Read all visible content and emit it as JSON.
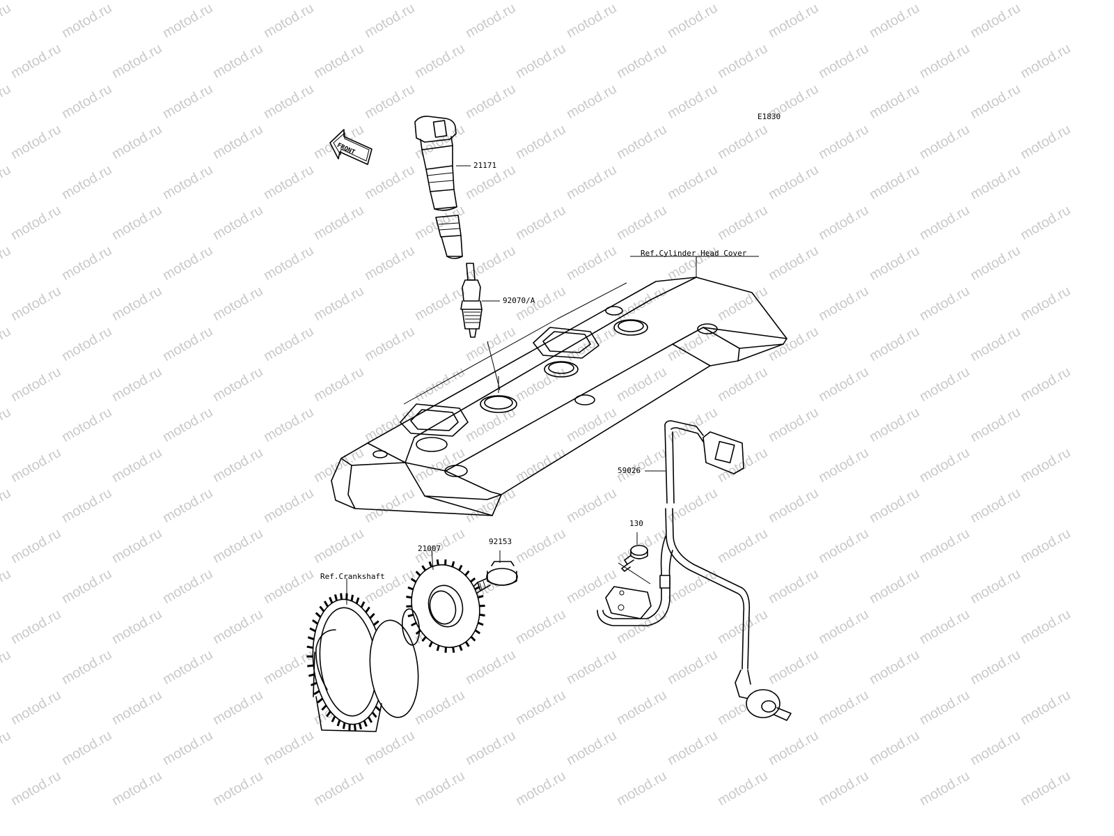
{
  "watermark": "motod.ru",
  "diagram_code": "E1830",
  "front_label": "FRONT",
  "ref_labels": {
    "cylinder_head_cover": "Ref.Cylinder Head Cover",
    "crankshaft": "Ref.Crankshaft"
  },
  "parts": {
    "ignition_coil": "21171",
    "spark_plug": "92070/A",
    "harness": "59026",
    "bolt_small": "130",
    "flange_bolt": "92153",
    "timing_rotor": "21007"
  }
}
